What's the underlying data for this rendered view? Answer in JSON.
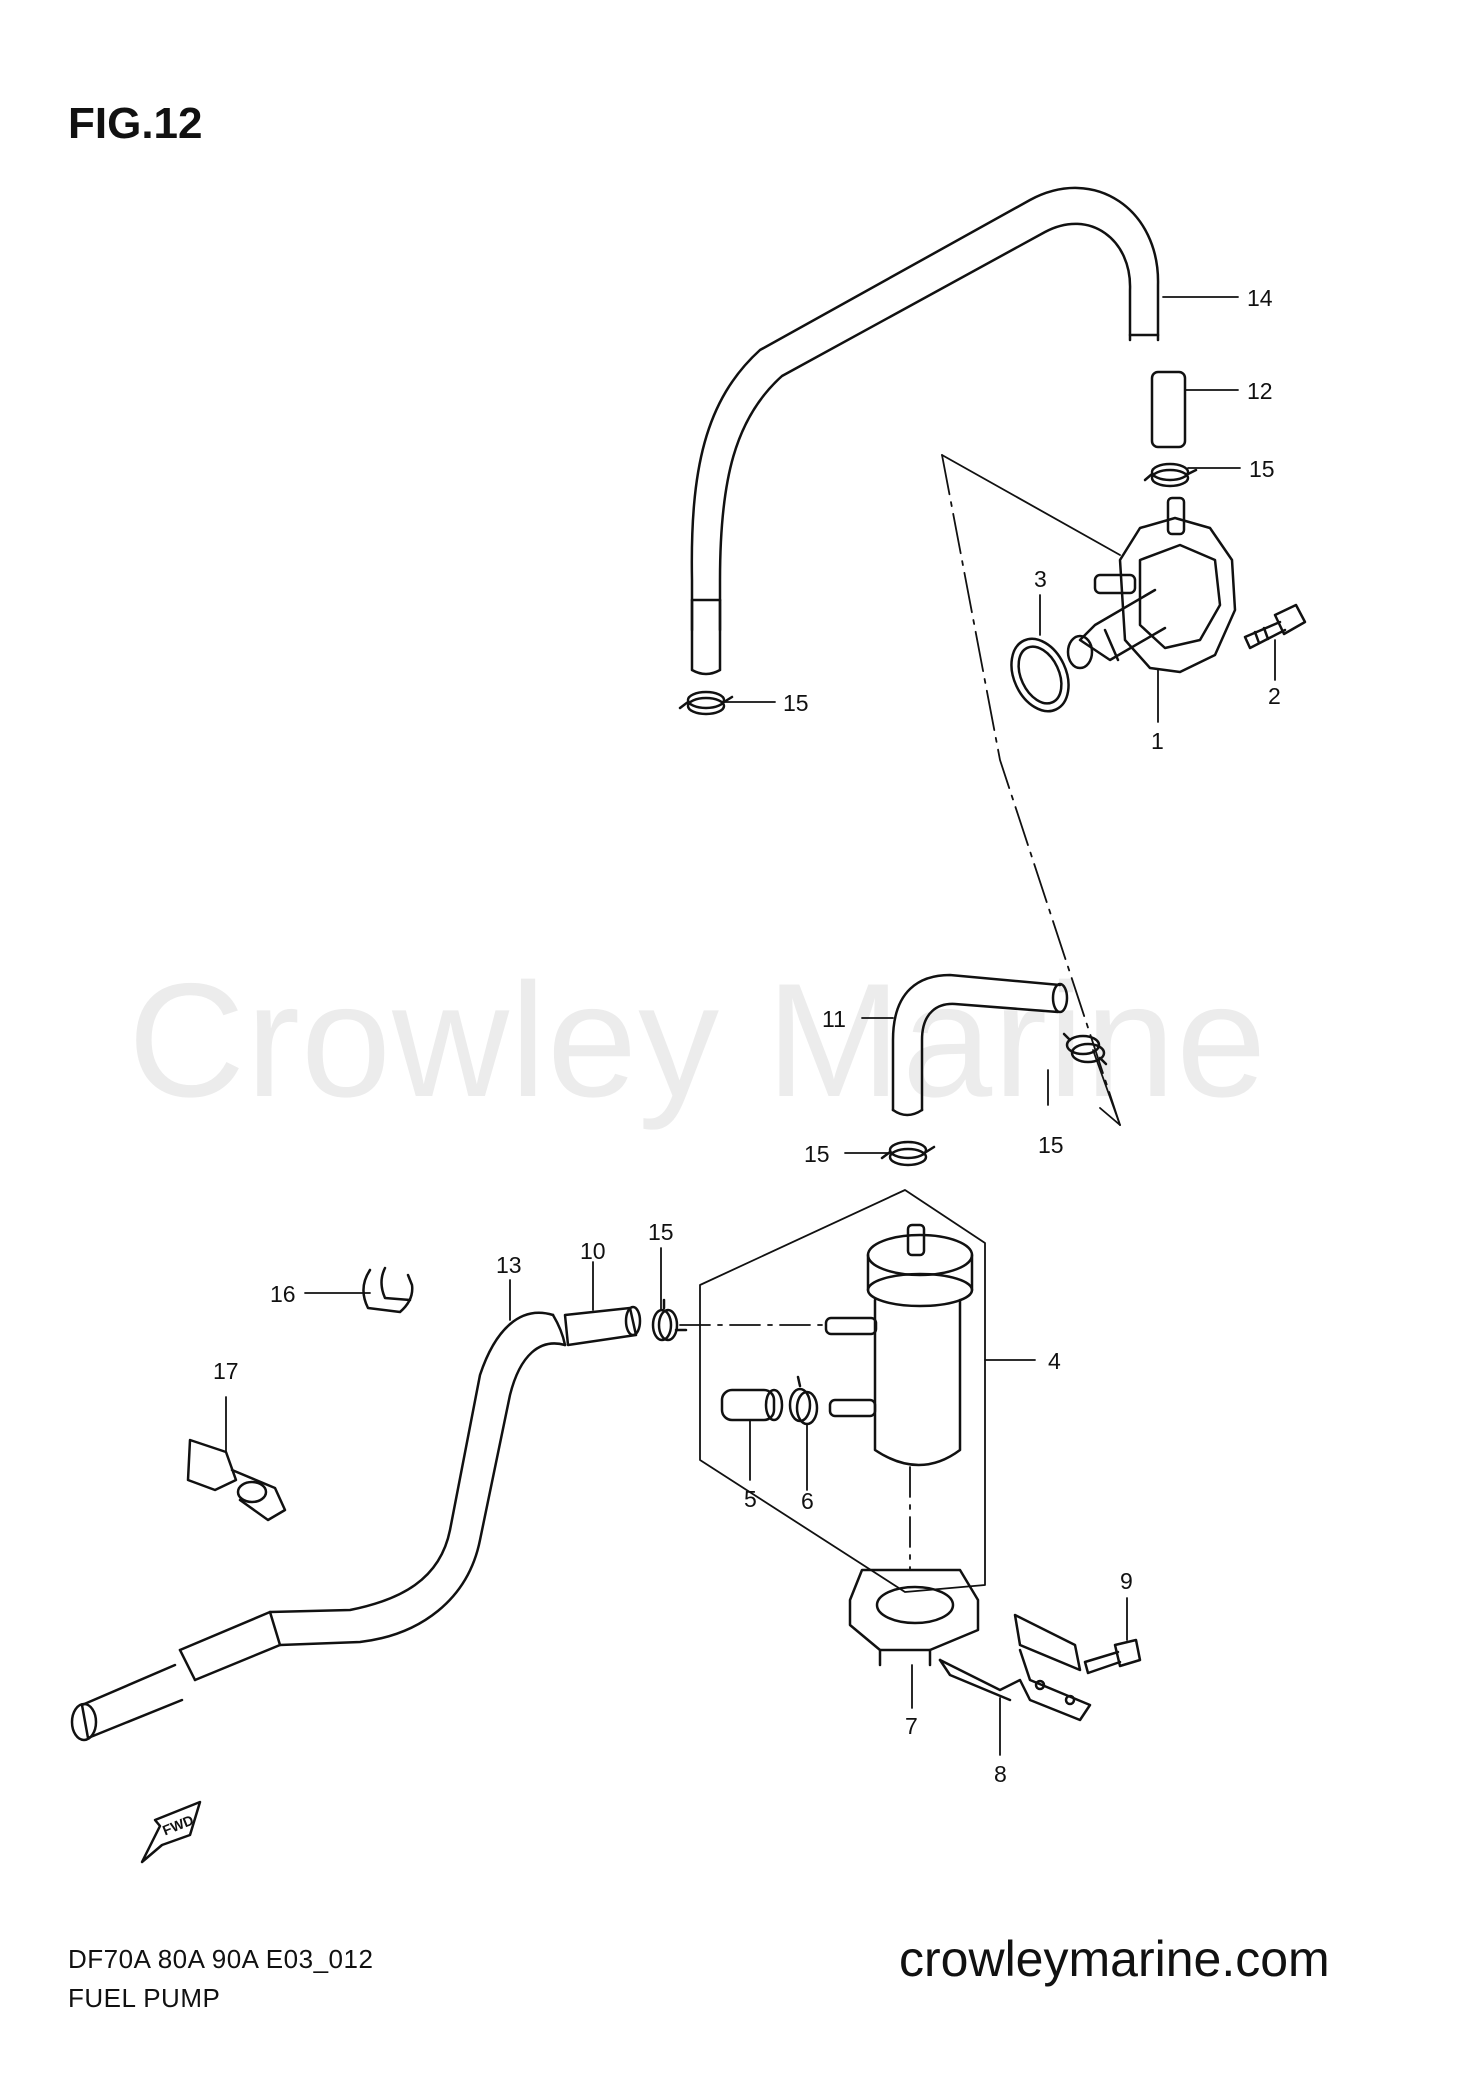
{
  "figure": {
    "title": "FIG.12",
    "model": "DF70A 80A 90A E03_012",
    "caption": "FUEL PUMP"
  },
  "site": {
    "url": "crowleymarine.com",
    "watermark": "Crowley Marine"
  },
  "callouts": [
    "14",
    "12",
    "15",
    "3",
    "2",
    "1",
    "15",
    "11",
    "15",
    "15",
    "15",
    "13",
    "10",
    "16",
    "4",
    "17",
    "5",
    "6",
    "9",
    "7",
    "8"
  ],
  "fwd_label": "FWD",
  "colors": {
    "line": "#111111",
    "watermark": "#ececec",
    "background": "#ffffff"
  },
  "icons": [
    "fwd-arrow-icon"
  ]
}
